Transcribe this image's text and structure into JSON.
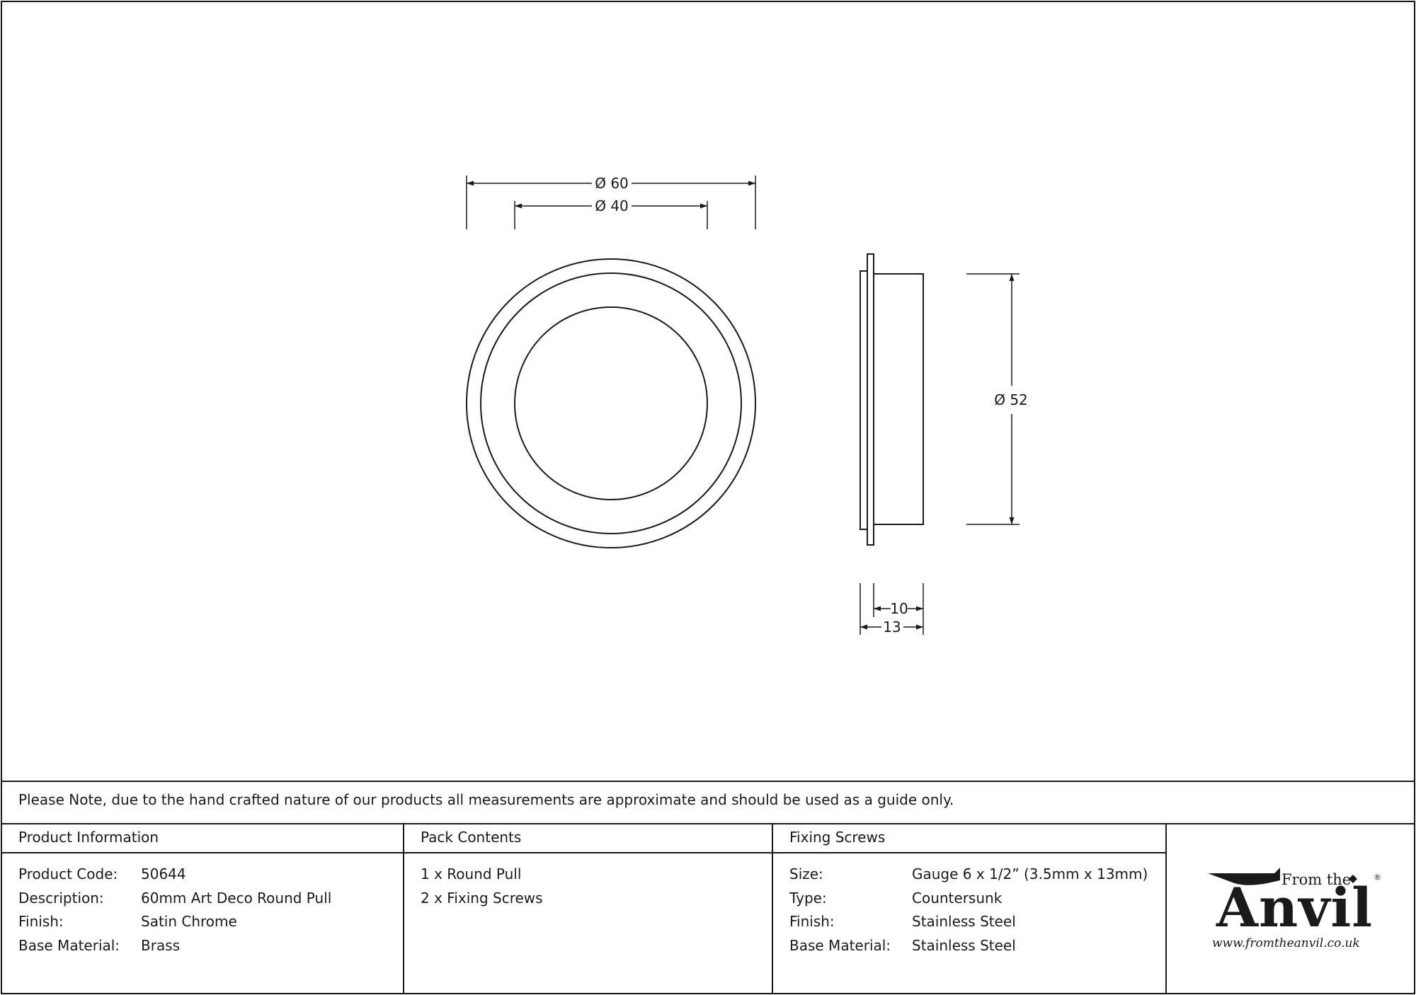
{
  "drawing": {
    "front_view": {
      "outer_diameter_label": "Ø 60",
      "inner_diameter_label": "Ø 40"
    },
    "side_view": {
      "height_label": "Ø 52",
      "depth_inner_label": "10",
      "depth_outer_label": "13"
    }
  },
  "note": "Please Note, due to the hand crafted nature of our products all measurements are approximate and should be used as a guide only.",
  "product_information": {
    "title": "Product Information",
    "rows": [
      {
        "key": "Product Code:",
        "value": "50644"
      },
      {
        "key": "Description:",
        "value": "60mm Art Deco Round Pull"
      },
      {
        "key": "Finish:",
        "value": "Satin Chrome"
      },
      {
        "key": "Base Material:",
        "value": "Brass"
      }
    ]
  },
  "pack_contents": {
    "title": "Pack Contents",
    "items": [
      "1 x Round Pull",
      "2 x Fixing Screws"
    ]
  },
  "fixing_screws": {
    "title": "Fixing Screws",
    "rows": [
      {
        "key": "Size:",
        "value": "Gauge 6 x 1/2” (3.5mm x 13mm)"
      },
      {
        "key": "Type:",
        "value": "Countersunk"
      },
      {
        "key": "Finish:",
        "value": "Stainless Steel"
      },
      {
        "key": "Base Material:",
        "value": "Stainless Steel"
      }
    ]
  },
  "logo": {
    "from_text": "From the",
    "brand_text": "Anvil",
    "registered_mark": "®",
    "url_text": "www.fromtheanvil.co.uk"
  }
}
